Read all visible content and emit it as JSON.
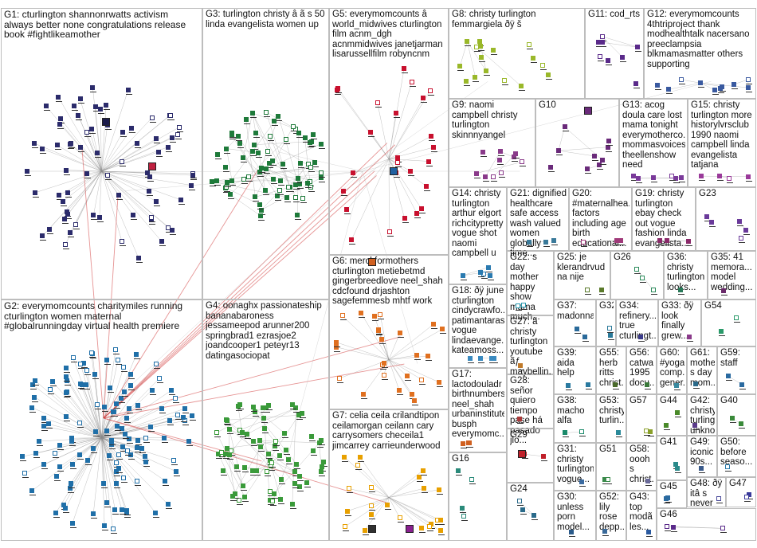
{
  "groups": [
    {
      "id": "G1",
      "label": "G1: cturlington shannonrwatts activism always better none congratulations release book #fightlikeamother",
      "color": "#2b2b6b"
    },
    {
      "id": "G2",
      "label": "G2: everymomcounts charitymiles running cturlington women maternal #globalrunningday virtual health premiere",
      "color": "#1f6fa8"
    },
    {
      "id": "G3",
      "label": "G3: turlington christy â ã s 50 linda evangelista women up",
      "color": "#1e7a3a"
    },
    {
      "id": "G4",
      "label": "G4: oonaghx passionateship bananabaroness jessameepod arunner200 springbrad1 ezrasjoe2 joandcooper1 peteyr13 datingasociopat",
      "color": "#3a9a3a"
    },
    {
      "id": "G5",
      "label": "G5: everymomcounts â world_midwives cturlington film acnm_dgh acnmmidwives janetjarman lisarussellfilm robyncnm",
      "color": "#c8102e"
    },
    {
      "id": "G6",
      "label": "G6: merckformothers cturlington metiebetmd gingerbreedlove neel_shah cdcfound drjashton sagefemmesb mhtf work",
      "color": "#e07020"
    },
    {
      "id": "G7",
      "label": "G7: celia ceila crilandtipon ceilamorgan ceilann cary carrysomers checeila1 jimcarrey carrieunderwood",
      "color": "#e8a000"
    },
    {
      "id": "G8",
      "label": "G8: christy turlington femmargiela ðÿ š",
      "color": "#9ab82a"
    },
    {
      "id": "G9",
      "label": "G9: naomi campbell christy turlington skinnnyangel",
      "color": "#8a3a8a"
    },
    {
      "id": "G10",
      "label": "G10",
      "color": "#6a2a7a"
    },
    {
      "id": "G11",
      "label": "G11: cod_rts",
      "color": "#5a2a8a"
    },
    {
      "id": "G12",
      "label": "G12: everymomcounts 4thtriproject thank modhealthtalk nacersano preeclampsia blkmamasmatter others supporting",
      "color": "#3a5aa0"
    },
    {
      "id": "G13",
      "label": "G13: acog doula care lost mama tonight everymotherco... mommasvoices theellenshow need",
      "color": "#7a3a9a"
    },
    {
      "id": "G14",
      "label": "G14: christy turlington arthur elgort richcitypretty vogue shot naomi campbell u",
      "color": "#2a7ab0"
    },
    {
      "id": "G15",
      "label": "G15: christy turlington more historylvrsclub 1990 naomi campbell linda evangelista tatjana",
      "color": "#9a3a9a"
    },
    {
      "id": "G16",
      "label": "G16",
      "color": "#2a8a7a"
    },
    {
      "id": "G17",
      "label": "G17: lactodouladr birthnumbers neel_shah urbaninstitute busph everymomc...",
      "color": "#d06020"
    },
    {
      "id": "G18",
      "label": "G18: ðÿ june cturlington cindycrawfo... patimantaras vogue lindaevange... kateamoss...",
      "color": "#3a8ac0"
    },
    {
      "id": "G19",
      "label": "G19: christy turlington ebay check out vogue fashion linda evangelista...",
      "color": "#8a2a6a"
    },
    {
      "id": "G20",
      "label": "G20: #maternalhea... factors including age birth educational...",
      "color": "#a03a7a"
    },
    {
      "id": "G21",
      "label": "G21: dignified healthcare safe access wash valued women globally time...",
      "color": "#3a7a9a"
    },
    {
      "id": "G22",
      "label": "G22: s day mother happy show mama much...",
      "color": "#2a9ab0"
    },
    {
      "id": "G23",
      "label": "G23",
      "color": "#6a3a9a"
    },
    {
      "id": "G24",
      "label": "G24",
      "color": "#2a6a8a"
    },
    {
      "id": "G25",
      "label": "G25: je klerandrvud na nije",
      "color": "#5a7a2a"
    },
    {
      "id": "G26",
      "label": "G26",
      "color": "#2a8a5a"
    },
    {
      "id": "G27",
      "label": "G27: ã christy turlington youtube ãƒ maybellin...",
      "color": "#c07a2a"
    },
    {
      "id": "G28",
      "label": "G28: señor quiero tiempo pase há pasado jlo...",
      "color": "#aa3a3a"
    },
    {
      "id": "G29",
      "label": "G29",
      "color": "#c0202a"
    },
    {
      "id": "G30",
      "label": "G30: unless porn model...",
      "color": "#2a5a8a"
    },
    {
      "id": "G31",
      "label": "G31: christy turlington vogue...",
      "color": "#3a6aa0"
    },
    {
      "id": "G32",
      "label": "G32",
      "color": "#2a7a9a"
    },
    {
      "id": "G33",
      "label": "G33: ðÿ look finally grew...",
      "color": "#8a3a8a"
    },
    {
      "id": "G34",
      "label": "G34: refinery... true cturlingt...",
      "color": "#3a3a8a"
    },
    {
      "id": "G35",
      "label": "G35: 41 memora... model wedding...",
      "color": "#6a2a6a"
    },
    {
      "id": "G36",
      "label": "G36: christy turlington looks...",
      "color": "#2a7a5a"
    },
    {
      "id": "G37",
      "label": "G37: madonna",
      "color": "#2a6a9a"
    },
    {
      "id": "G38",
      "label": "G38: macho alfa",
      "color": "#1a8a6a"
    },
    {
      "id": "G39",
      "label": "G39: aida help",
      "color": "#2a7aa0"
    },
    {
      "id": "G40",
      "label": "G40",
      "color": "#3a8a3a"
    },
    {
      "id": "G41",
      "label": "G41",
      "color": "#2a8a8a"
    },
    {
      "id": "G42",
      "label": "G42: christy turling... unkno...",
      "color": "#5a3a8a"
    },
    {
      "id": "G43",
      "label": "G43: top modã les...",
      "color": "#2a5aa0"
    },
    {
      "id": "G44",
      "label": "G44",
      "color": "#4a8a2a"
    },
    {
      "id": "G45",
      "label": "G45",
      "color": "#2a6aa0"
    },
    {
      "id": "G46",
      "label": "G46",
      "color": "#5a2a8a"
    },
    {
      "id": "G47",
      "label": "G47",
      "color": "#3a3a9a"
    },
    {
      "id": "G48",
      "label": "G48: ðÿ itâ s never",
      "color": "#4a4a9a"
    },
    {
      "id": "G49",
      "label": "G49: iconic 90s...",
      "color": "#3a5a8a"
    },
    {
      "id": "G50",
      "label": "G50: before seaso...",
      "color": "#2a7aaa"
    },
    {
      "id": "G51",
      "label": "G51",
      "color": "#3a8a4a"
    },
    {
      "id": "G52",
      "label": "G52: lily rose depp...",
      "color": "#3a6a9a"
    },
    {
      "id": "G53",
      "label": "G53: christy turlin...",
      "color": "#2a8a9a"
    },
    {
      "id": "G54",
      "label": "G54",
      "color": "#2a9a6a"
    },
    {
      "id": "G55",
      "label": "G55: herb ritts christ...",
      "color": "#4a6a2a"
    },
    {
      "id": "G56",
      "label": "G56: catwa... 1995 docu...",
      "color": "#3a7a3a"
    },
    {
      "id": "G57",
      "label": "G57",
      "color": "#8aa02a"
    },
    {
      "id": "G58",
      "label": "G58: oooh s christ...",
      "color": "#6a6a9a"
    },
    {
      "id": "G59",
      "label": "G59: staff",
      "color": "#2a6aa0"
    },
    {
      "id": "G60",
      "label": "G60: #yoga comp... gener...",
      "color": "#3a8aa0"
    },
    {
      "id": "G61",
      "label": "G61: mother s day mom...",
      "color": "#2a6a8a"
    }
  ]
}
